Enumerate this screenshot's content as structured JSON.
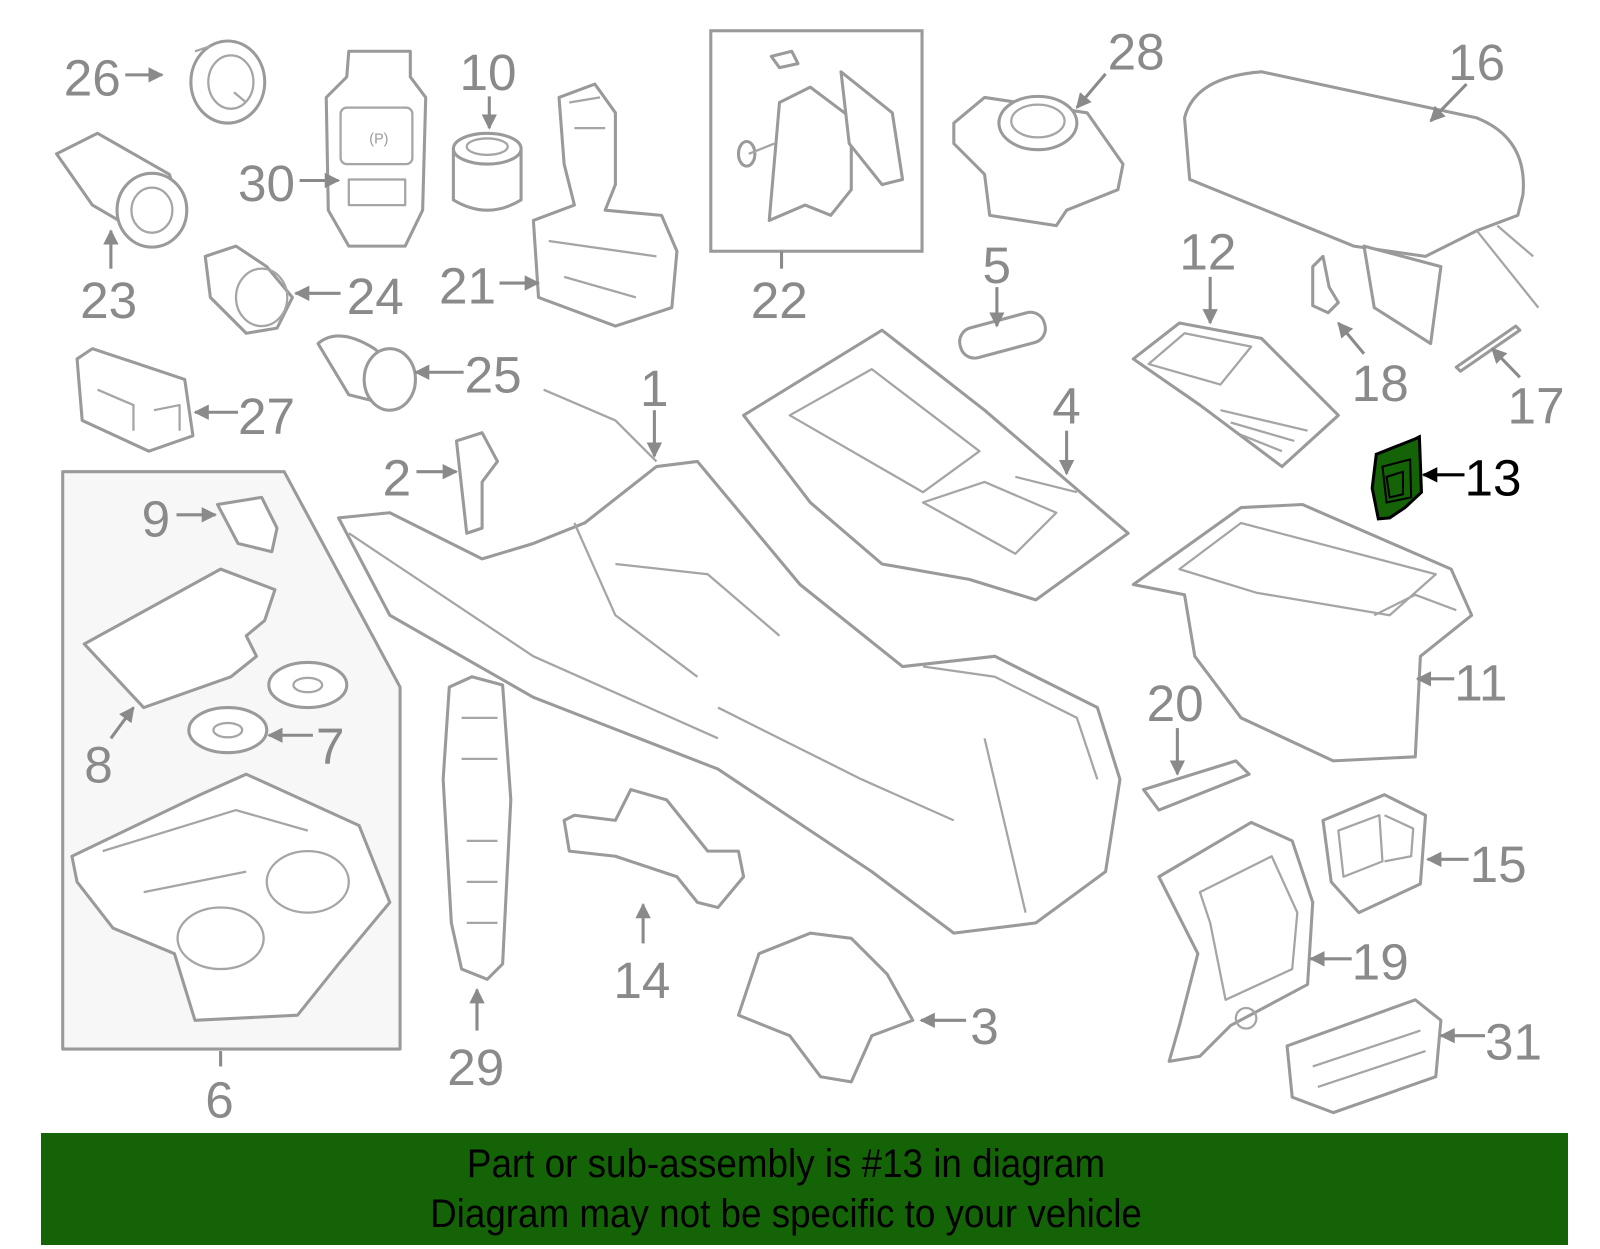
{
  "diagram": {
    "highlighted_part": "13",
    "highlight_color": "#146407",
    "labels": {
      "p1": "1",
      "p2": "2",
      "p3": "3",
      "p4": "4",
      "p5": "5",
      "p6": "6",
      "p7": "7",
      "p8": "8",
      "p9": "9",
      "p10": "10",
      "p11": "11",
      "p12": "12",
      "p13": "13",
      "p14": "14",
      "p15": "15",
      "p16": "16",
      "p17": "17",
      "p18": "18",
      "p19": "19",
      "p20": "20",
      "p21": "21",
      "p22": "22",
      "p23": "23",
      "p24": "24",
      "p25": "25",
      "p26": "26",
      "p27": "27",
      "p28": "28",
      "p29": "29",
      "p30": "30",
      "p31": "31"
    }
  },
  "banner": {
    "line1": "Part or sub-assembly is #13 in diagram",
    "line2": "Diagram may not be specific to your vehicle",
    "color": "#146407"
  }
}
